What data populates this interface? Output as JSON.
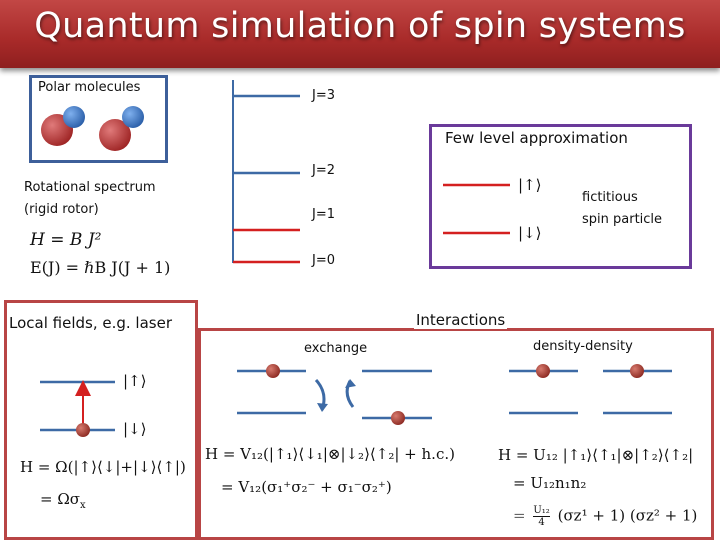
{
  "title": "Quantum simulation of spin systems",
  "polar": {
    "label": "Polar molecules"
  },
  "rotational": {
    "label_line1": "Rotational spectrum",
    "label_line2": "(rigid rotor)",
    "hamiltonian": "H = B J²",
    "energy": "E(J) = ℏB J(J + 1)"
  },
  "levels": {
    "j3": "J=3",
    "j2": "J=2",
    "j1": "J=1",
    "j0": "J=0"
  },
  "approx": {
    "title": "Few level approximation",
    "up_state": "|↑⟩",
    "down_state": "|↓⟩",
    "fictitious_line1": "fictitious",
    "fictitious_line2": "spin particle"
  },
  "local": {
    "title": "Local fields, e.g. laser",
    "up_state": "|↑⟩",
    "down_state": "|↓⟩",
    "hamiltonian": "H = Ω(|↑⟩⟨↓|+|↓⟩⟨↑|)",
    "sigma_x": "= Ωσ",
    "sigma_x_sub": "x"
  },
  "interactions": {
    "title": "Interactions",
    "exchange_label": "exchange",
    "density_label": "density-density",
    "exchange_eq1": "H = V₁₂(|↑₁⟩⟨↓₁|⊗|↓₂⟩⟨↑₂| + h.c.)",
    "exchange_eq2": "= V₁₂(σ₁⁺σ₂⁻ + σ₁⁻σ₂⁺)",
    "density_eq1": "H = U₁₂ |↑₁⟩⟨↑₁|⊗|↑₂⟩⟨↑₂|",
    "density_eq2": "= U₁₂n₁n₂",
    "density_eq3_prefix": "=",
    "density_eq3_num": "U₁₂",
    "density_eq3_den": "4",
    "density_eq3_rest": "(σz¹ + 1) (σz² + 1)"
  },
  "colors": {
    "title_red": "#a82a29",
    "level_blue": "#3d6aa5",
    "level_red": "#d42020",
    "box_purple": "#6a3a9a",
    "box_red": "#b84545",
    "atom_red": "#c43a3a",
    "atom_blue": "#3a78c9",
    "dot_red": "#b83b30"
  }
}
